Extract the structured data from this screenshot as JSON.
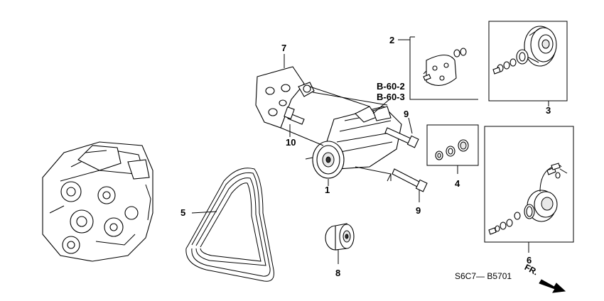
{
  "callouts": {
    "c1": "1",
    "c2": "2",
    "c3": "3",
    "c4": "4",
    "c5": "5",
    "c6": "6",
    "c7": "7",
    "c8": "8",
    "c9a": "9",
    "c9b": "9",
    "c10": "10"
  },
  "references": {
    "ref1": "B-60-2",
    "ref2": "B-60-3"
  },
  "diagram_code": "S6C7— B5701",
  "front_indicator": "FR."
}
